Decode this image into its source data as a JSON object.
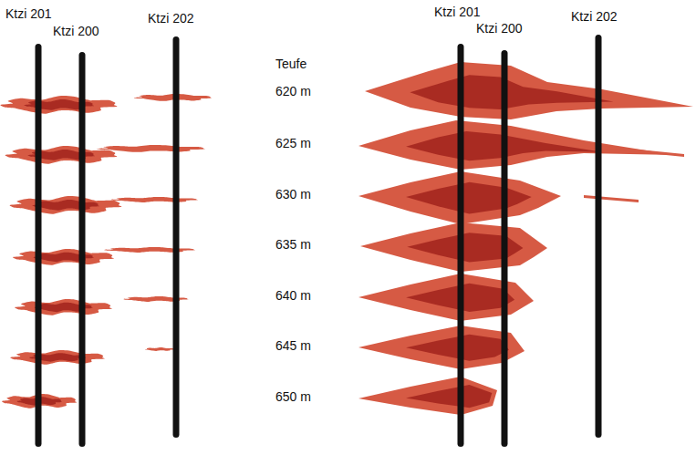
{
  "diagram": {
    "labels": [
      "Ktzi 201",
      "Ktzi 200",
      "Ktzi 202",
      "Ktzi 201",
      "Ktzi 200",
      "Ktzi 202",
      "Teufe",
      "620 m",
      "625 m",
      "630 m",
      "635 m",
      "640 m",
      "645 m",
      "650 m"
    ]
  }
}
